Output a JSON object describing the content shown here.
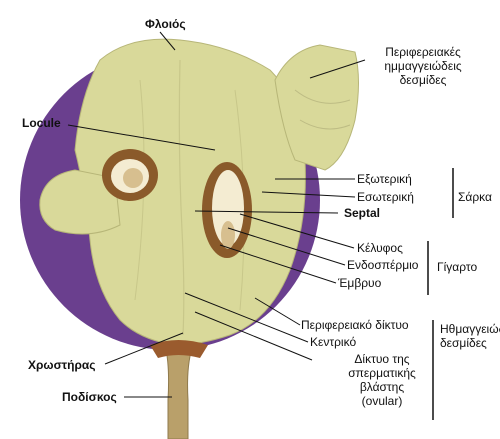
{
  "labels": {
    "floios": "Φλοιός",
    "peripheral_bundles": "Περιφερειακές ημμαγγειώδεις δεσμίδες",
    "locule": "Locule",
    "exoteriki": "Εξωτερική",
    "esoteriki": "Εσωτερική",
    "septal": "Septal",
    "kelyfos": "Κέλυφος",
    "endospermio": "Ενδοσπέρμιο",
    "embryo": "Έμβρυο",
    "peripheral_network": "Περιφερειακό δίκτυο",
    "central": "Κεντρικό",
    "ovular_network": "Δίκτυο της σπερματικής βλάστης (ovular)",
    "chrostiras": "Χρωστήρας",
    "podiskos": "Ποδίσκος"
  },
  "groups": {
    "sarka": "Σάρκα",
    "gigarto": "Γίγαρτο",
    "vascular_bundles": "Ηθμαγγειώδεις δεσμίδες"
  },
  "colors": {
    "skin": "#6a3f8e",
    "flesh": "#d9d99a",
    "seed_coat": "#8a5a2a",
    "endosperm": "#f4ecd2",
    "stem": "#b9a06a"
  }
}
